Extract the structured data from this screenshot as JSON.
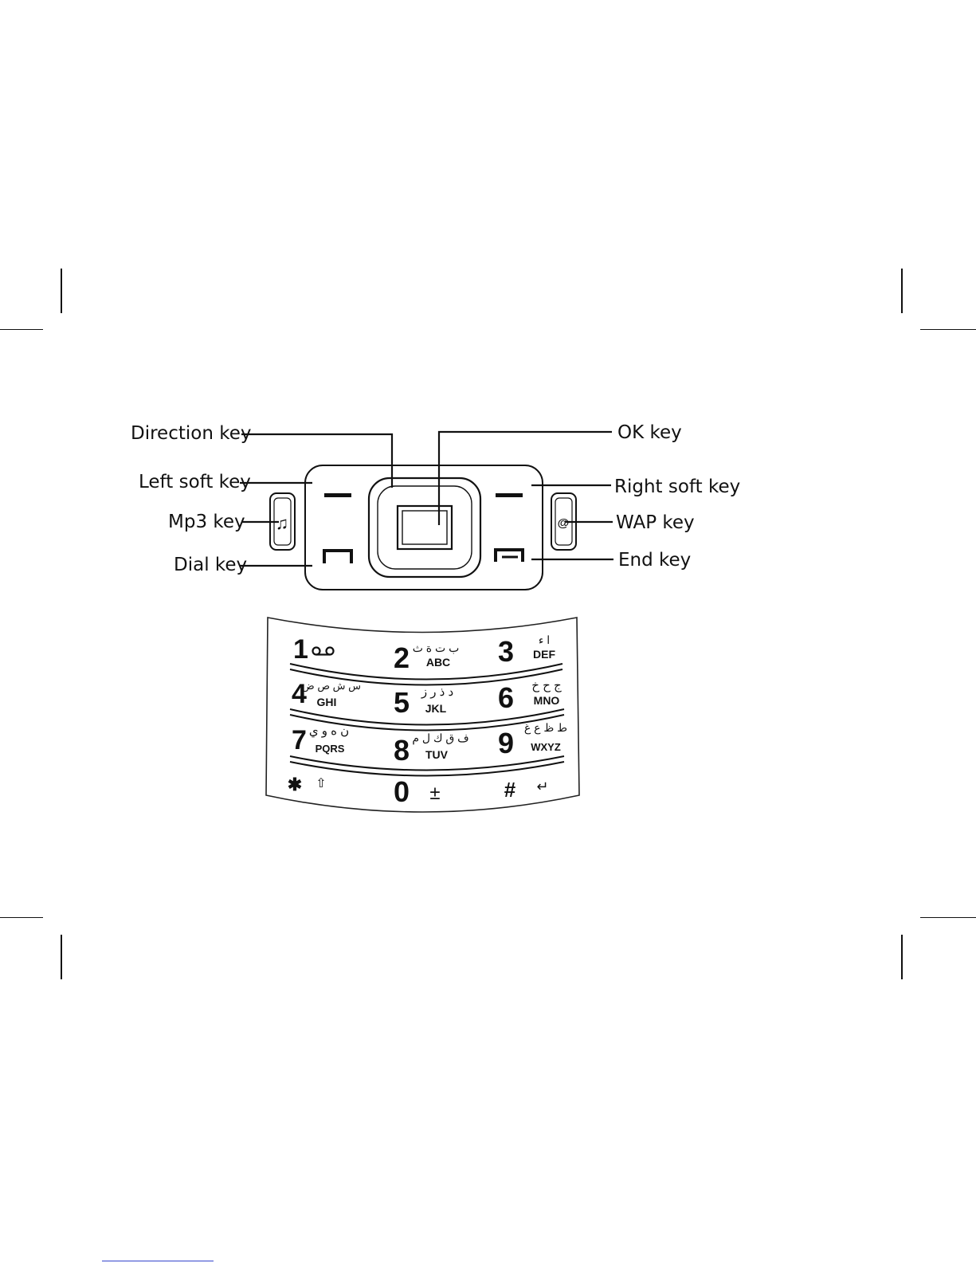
{
  "callouts": {
    "direction": "Direction key",
    "left_soft": "Left soft key",
    "mp3": "Mp3 key",
    "dial": "Dial key",
    "ok": "OK key",
    "right_soft": "Right soft key",
    "wap": "WAP key",
    "end": "End key"
  },
  "side_keys": {
    "mp3_glyph": "♫",
    "wap_glyph": "@"
  },
  "keypad": {
    "keys": [
      {
        "digit": "1",
        "letters": "",
        "arabic": "",
        "icon": "voicemail-icon"
      },
      {
        "digit": "2",
        "letters": "ABC",
        "arabic": "ب ت ة ث"
      },
      {
        "digit": "3",
        "letters": "DEF",
        "arabic": "ا ء"
      },
      {
        "digit": "4",
        "letters": "GHI",
        "arabic": "س ش ص ض"
      },
      {
        "digit": "5",
        "letters": "JKL",
        "arabic": "د ذ ر ز"
      },
      {
        "digit": "6",
        "letters": "MNO",
        "arabic": "ج ح خ"
      },
      {
        "digit": "7",
        "letters": "PQRS",
        "arabic": "ن ه و ي"
      },
      {
        "digit": "8",
        "letters": "TUV",
        "arabic": "ف ق ك ل م"
      },
      {
        "digit": "9",
        "letters": "WXYZ",
        "arabic": "ط ظ ع غ"
      },
      {
        "digit": "✱",
        "symbol": "⇧"
      },
      {
        "digit": "0",
        "symbol": "±"
      },
      {
        "digit": "#",
        "symbol": "↵"
      }
    ]
  }
}
